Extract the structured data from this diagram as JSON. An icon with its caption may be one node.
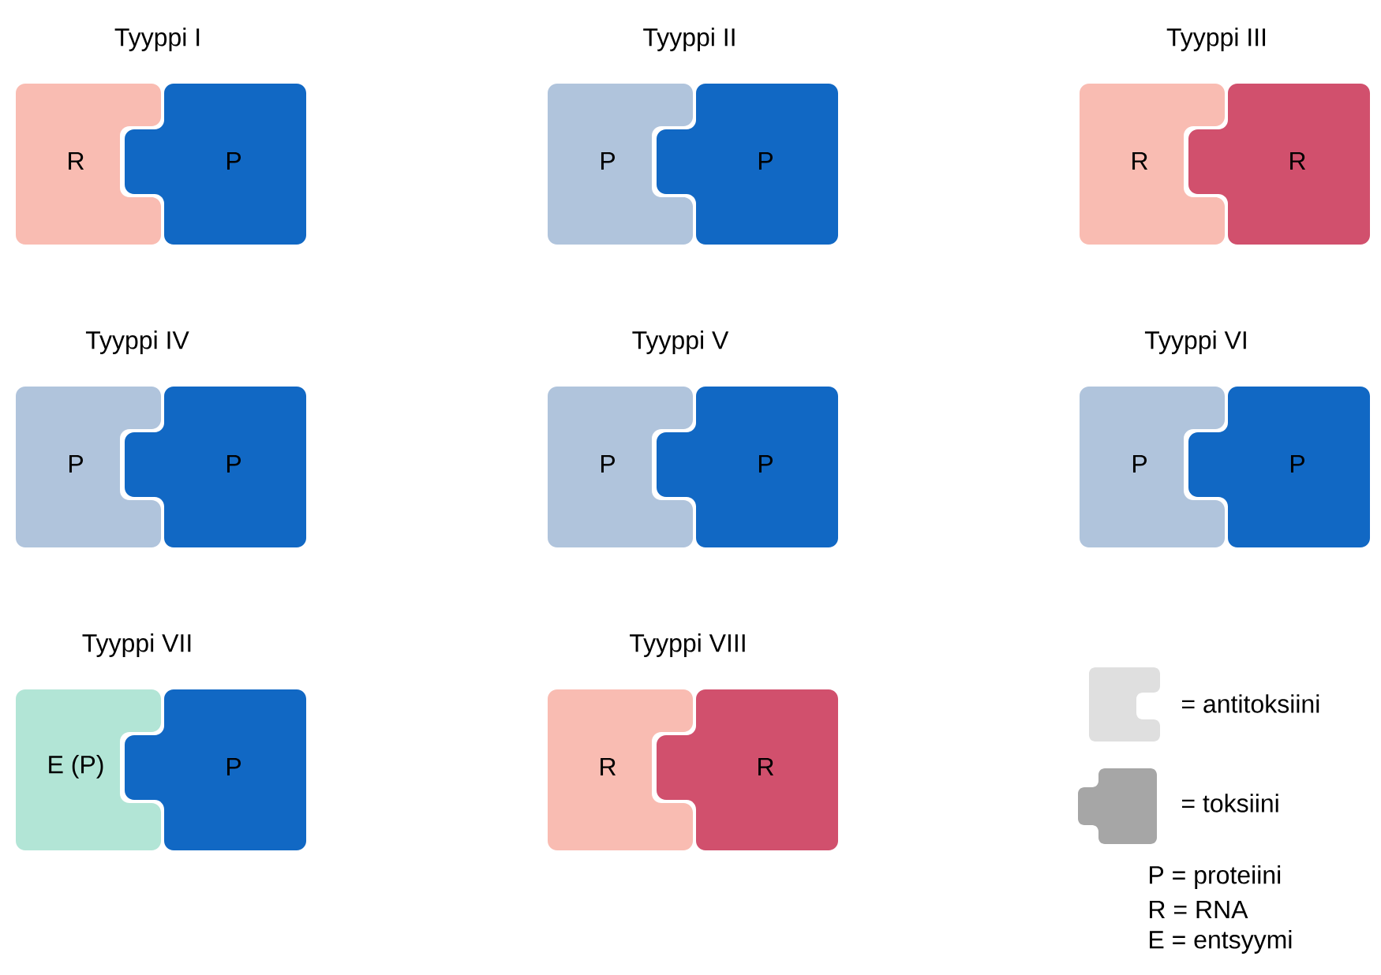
{
  "diagram": {
    "nodes": [
      {
        "text": [
          "R"
        ]
      },
      {
        "text": [
          "P"
        ]
      },
      {
        "text": [
          "P"
        ]
      },
      {
        "text": [
          "P"
        ]
      },
      {
        "text": [
          "R"
        ]
      },
      {
        "text": [
          "R"
        ]
      },
      {
        "text": [
          "P"
        ]
      },
      {
        "text": [
          "P"
        ]
      },
      {
        "text": [
          "P"
        ]
      },
      {
        "text": [
          "P"
        ]
      },
      {
        "text": [
          "P"
        ]
      },
      {
        "text": [
          "P"
        ]
      },
      {
        "text": [
          "E (P)"
        ]
      },
      {
        "text": [
          "P"
        ]
      },
      {
        "text": [
          "R"
        ]
      },
      {
        "text": [
          "R"
        ]
      }
    ],
    "labels": [
      "Tyyppi I",
      "Tyyppi II",
      "Tyyppi III",
      "Tyyppi IV",
      "Tyyppi V",
      "Tyyppi VI",
      "Tyyppi VII",
      "Tyyppi VIII",
      "P = proteiini",
      "R = RNA",
      "E = entsyymi"
    ],
    "legend": [
      {
        "text": "= antitoksiini"
      },
      {
        "text": "= toksiini"
      }
    ]
  }
}
